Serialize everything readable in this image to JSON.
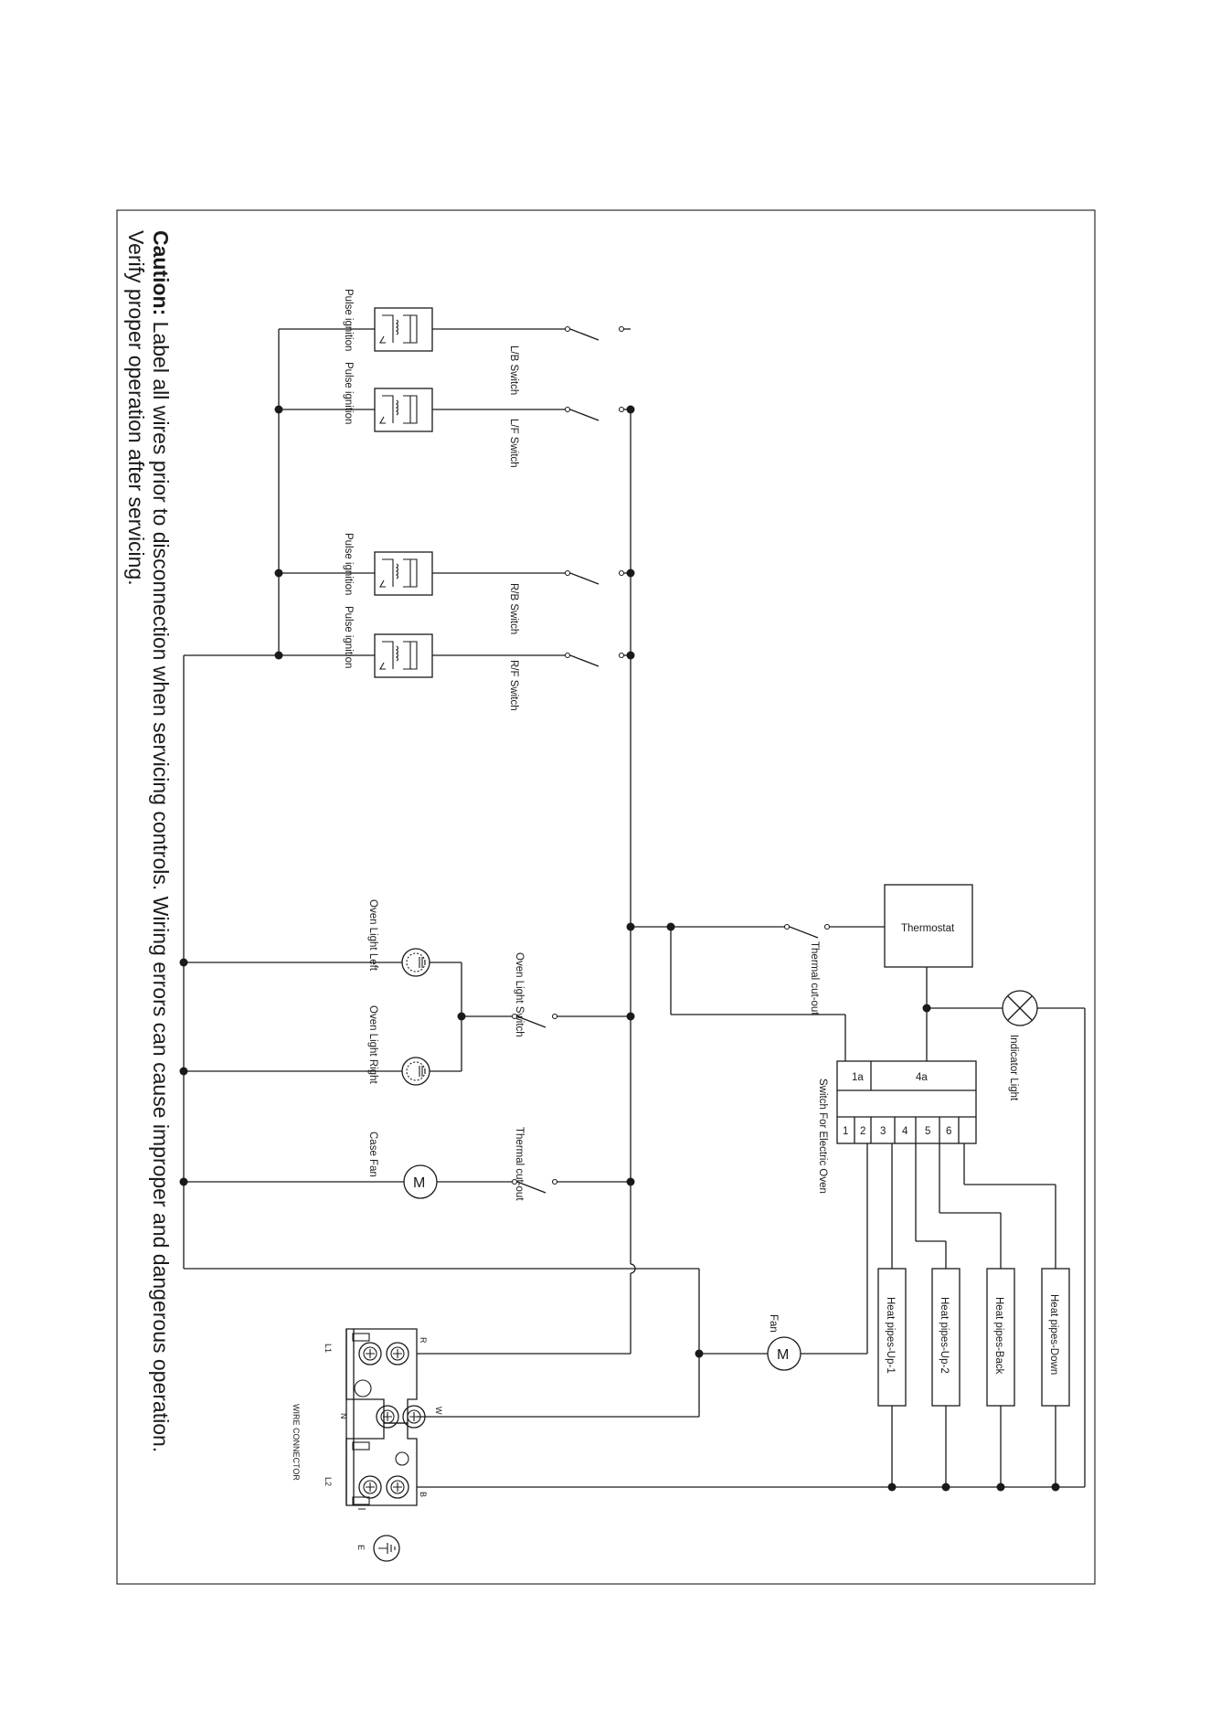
{
  "caution": {
    "bold": "Caution:",
    "line1_rest": " Label all wires prior to disconnection when servicing controls. Wiring errors can cause improper and dangerous operation.",
    "line2": "Verify proper operation after servicing."
  },
  "ignitions": [
    {
      "pulse": "Pulse ignition",
      "switch": "L/B Switch"
    },
    {
      "pulse": "Pulse ignition",
      "switch": "L/F Switch"
    },
    {
      "pulse": "Pulse ignition",
      "switch": "R/B Switch"
    },
    {
      "pulse": "Pulse ignition",
      "switch": "R/F Switch"
    }
  ],
  "oven_light": {
    "left": "Oven Light Left",
    "right": "Oven Light Right",
    "switch": "Oven Light Switch"
  },
  "case_fan": {
    "label": "Case Fan",
    "motor": "M",
    "cutout": "Thermal cut-out"
  },
  "thermostat": {
    "label": "Thermostat",
    "cutout": "Thermal cut-out"
  },
  "indicator_light": "Indicator Light",
  "oven_switch": {
    "label": "Switch For Electric Oven",
    "top": [
      "1a",
      "4a"
    ],
    "terminals": [
      "1",
      "2",
      "3",
      "4",
      "5",
      "6"
    ]
  },
  "fan": {
    "label": "Fan",
    "motor": "M"
  },
  "heat_pipes": [
    "Heat pipes-Up-1",
    "Heat pipes-Up-2",
    "Heat pipes-Back",
    "Heat pipes-Down"
  ],
  "connector": {
    "title": "WIRE CONNECTOR",
    "terminals": [
      "L1",
      "N",
      "L2"
    ],
    "wires": [
      "R",
      "W",
      "B"
    ],
    "earth": "E"
  }
}
